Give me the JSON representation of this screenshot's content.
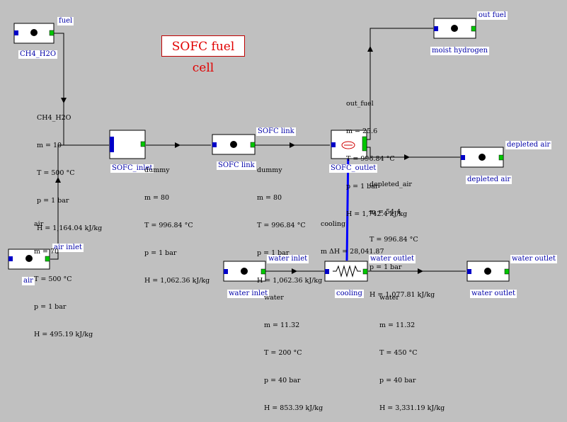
{
  "title": "SOFC fuel cell",
  "colors": {
    "background": "#c0c0c0",
    "block_fill": "#ffffff",
    "inlet_port": "#0000c8",
    "outlet_port": "#00c800",
    "connection_line": "#000000",
    "heat_line": "#0000ff",
    "title_text": "#e00000",
    "label_text": "#0000a8"
  },
  "components": {
    "fuel_source": {
      "name": "CH4_H2O",
      "port": "fuel"
    },
    "air_source": {
      "name": "air",
      "port": "air inlet"
    },
    "sofc_inlet": {
      "name": "SOFC_inlet"
    },
    "sofc_link": {
      "name": "SOFC link",
      "port": "SOFC link"
    },
    "sofc_outlet": {
      "name": "SOFC_outlet"
    },
    "moist_hydrogen": {
      "name": "moist hydrogen",
      "port": "out fuel"
    },
    "depleted_air": {
      "name": "depleted air",
      "port": "depleted air"
    },
    "water_inlet": {
      "name": "water inlet",
      "port": "water inlet"
    },
    "cooling": {
      "name": "cooling",
      "port": "water outlet"
    },
    "water_outlet": {
      "name": "water outlet",
      "port": "water outlet"
    }
  },
  "streams": {
    "ch4": [
      "CH4_H2O",
      "m = 10",
      "T = 500 °C",
      "p = 1 bar",
      "H = 1,164.04 kJ/kg"
    ],
    "air": [
      "air",
      "m = 70",
      "T = 500 °C",
      "p = 1 bar",
      "H = 495.19 kJ/kg"
    ],
    "dummy1": [
      "dummy",
      "m = 80",
      "T = 996.84 °C",
      "p = 1 bar",
      "H = 1,062.36 kJ/kg"
    ],
    "dummy2": [
      "dummy",
      "m = 80",
      "T = 996.84 °C",
      "p = 1 bar",
      "H = 1,062.36 kJ/kg"
    ],
    "out_fuel": [
      "out_fuel",
      "m = 25.6",
      "T = 996.84 °C",
      "p = 1 bar",
      "H = 1,742.4 kJ/kg"
    ],
    "depleted_air": [
      "depleted_air",
      "m = 54.4",
      "T = 996.84 °C",
      "p = 1 bar",
      "H = 1,077.81 kJ/kg"
    ],
    "cooling": [
      "cooling",
      "m ΔH = 28,041.87"
    ],
    "water_in": [
      "water",
      "m = 11.32",
      "T = 200 °C",
      "p = 40 bar",
      "H = 853.39 kJ/kg"
    ],
    "water_out": [
      "water",
      "m = 11.32",
      "T = 450 °C",
      "p = 40 bar",
      "H = 3,331.19 kJ/kg"
    ]
  }
}
